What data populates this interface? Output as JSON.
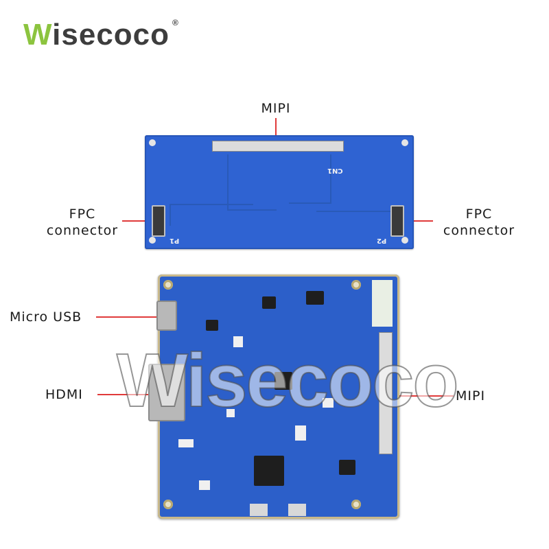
{
  "logo": {
    "brand_w": "W",
    "brand_rest": "isecoco",
    "registered": "®"
  },
  "top_board": {
    "top_label": "MIPI",
    "left_label": "FPC\nconnector",
    "right_label": "FPC\nconnector",
    "silk_cn1": "CN1",
    "silk_p1": "P1",
    "silk_p2": "P2"
  },
  "bottom_board": {
    "label_micro_usb": "Micro USB",
    "label_hdmi": "HDMI",
    "label_mipi": "MIPI"
  },
  "watermark": "Wisecoco",
  "colors": {
    "board_blue": "#2f63d2",
    "pointer_red": "#e03a3a",
    "logo_green": "#8cc43f"
  }
}
